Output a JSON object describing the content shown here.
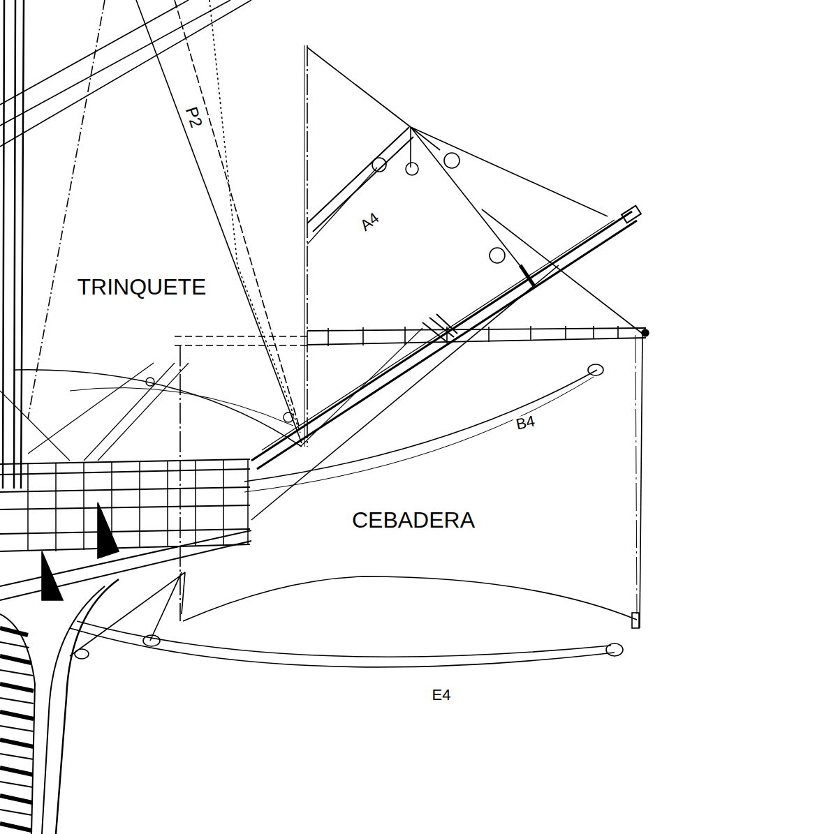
{
  "diagram": {
    "labels": [
      "P2",
      "TRINQUETE",
      "A4",
      "B4",
      "CEBADERA",
      "E4"
    ]
  }
}
